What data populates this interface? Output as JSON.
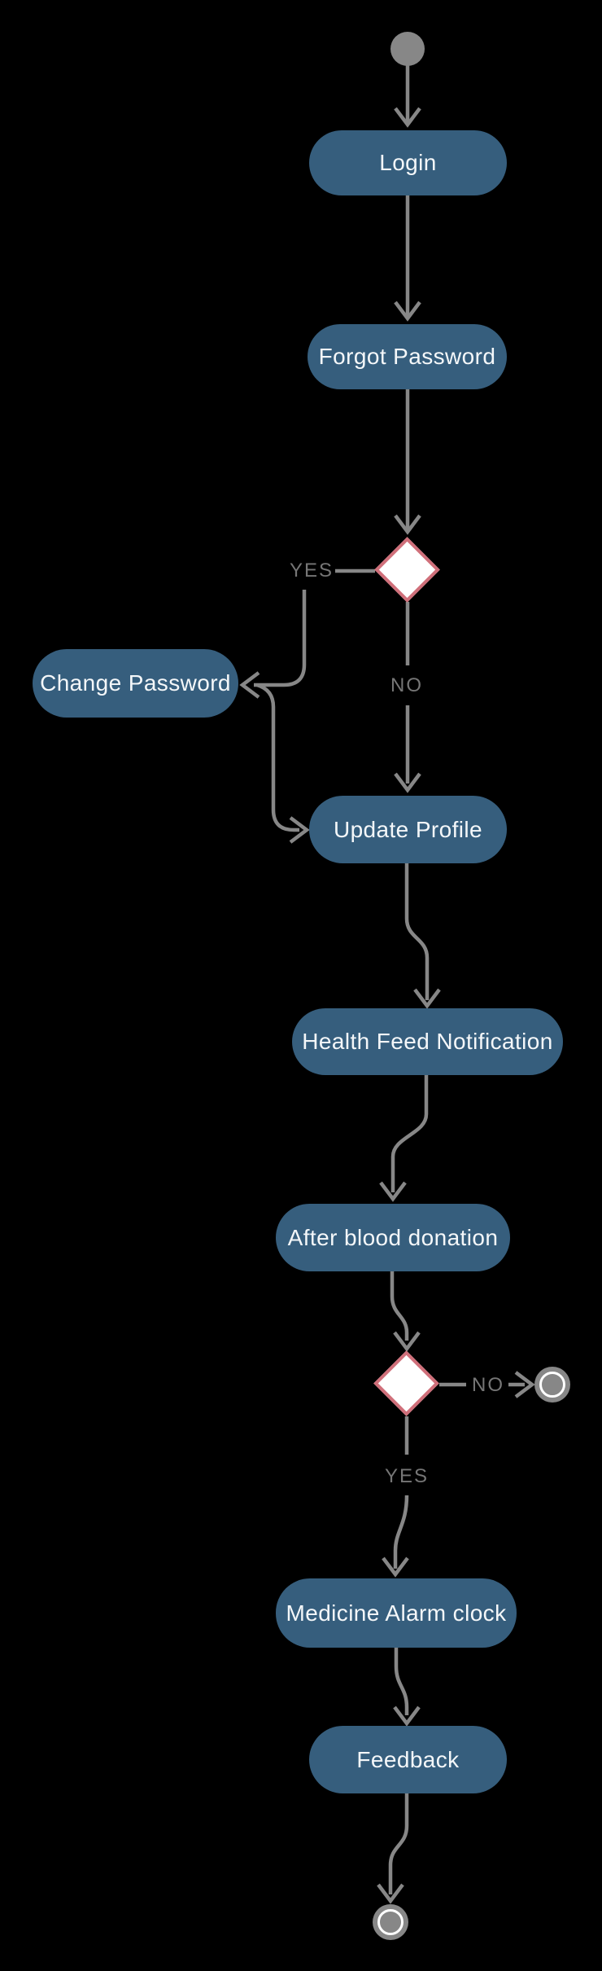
{
  "diagram": {
    "type": "activity-flowchart",
    "nodes": {
      "start": "start",
      "login": "Login",
      "forgot_password": "Forgot Password",
      "decision_1": "",
      "change_password": "Change Password",
      "update_profile": "Update Profile",
      "health_feed_notification": "Health Feed Notification",
      "after_blood_donation": "After blood donation",
      "decision_2": "",
      "end_1": "end",
      "medicine_alarm_clock": "Medicine Alarm clock",
      "feedback": "Feedback",
      "end_2": "end"
    },
    "edges": [
      {
        "from": "start",
        "to": "login",
        "label": ""
      },
      {
        "from": "login",
        "to": "forgot_password",
        "label": ""
      },
      {
        "from": "forgot_password",
        "to": "decision_1",
        "label": ""
      },
      {
        "from": "decision_1",
        "to": "change_password",
        "label": "YES"
      },
      {
        "from": "decision_1",
        "to": "update_profile",
        "label": "NO"
      },
      {
        "from": "change_password",
        "to": "update_profile",
        "label": ""
      },
      {
        "from": "update_profile",
        "to": "health_feed_notification",
        "label": ""
      },
      {
        "from": "health_feed_notification",
        "to": "after_blood_donation",
        "label": ""
      },
      {
        "from": "after_blood_donation",
        "to": "decision_2",
        "label": ""
      },
      {
        "from": "decision_2",
        "to": "end_1",
        "label": "NO"
      },
      {
        "from": "decision_2",
        "to": "medicine_alarm_clock",
        "label": "YES"
      },
      {
        "from": "medicine_alarm_clock",
        "to": "feedback",
        "label": ""
      },
      {
        "from": "feedback",
        "to": "end_2",
        "label": ""
      }
    ],
    "colors": {
      "background": "#000000",
      "activity_fill": "#365e7d",
      "activity_text": "#f4f7f9",
      "connector": "#878787",
      "decision_fill": "#ffffff",
      "decision_border": "#d06f7a",
      "edge_label_text": "#767676"
    }
  }
}
